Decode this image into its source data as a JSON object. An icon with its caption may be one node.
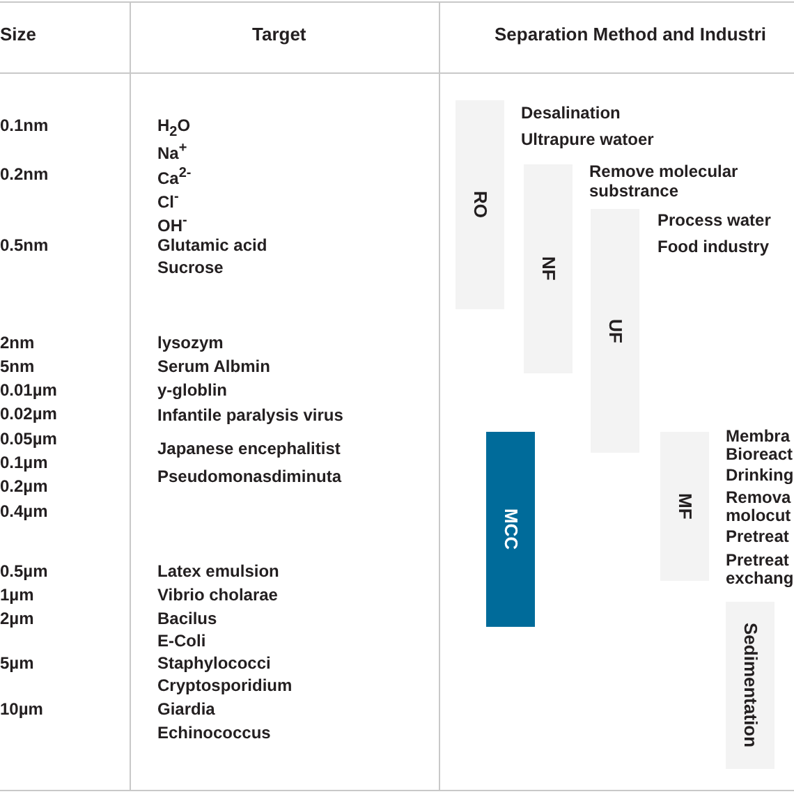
{
  "diagram": {
    "nodes": [
      {
        "text": [
          "RO"
        ],
        "beside": [
          "Desalination",
          "Ultrapure watoer"
        ]
      },
      {
        "text": [
          "NF"
        ],
        "beside": [
          "Remove molecular substrance"
        ]
      },
      {
        "text": [
          "UF"
        ],
        "beside": [
          "Process water",
          "Food industry"
        ]
      },
      {
        "text": [
          "MCC"
        ]
      },
      {
        "text": [
          "MF"
        ],
        "beside": [
          "Membra Bioreact",
          "Drinking",
          "Remova molocut",
          "Pretreat",
          "Pretreat exchang"
        ]
      },
      {
        "text": [
          "Sedimentation"
        ]
      }
    ],
    "labels": [
      "Size",
      "Target",
      "Separation Method and Industri",
      "0.1nm",
      "0.2nm",
      "0.5nm",
      "2nm",
      "5nm",
      "0.01µm",
      "0.02µm",
      "0.05µm",
      "0.1µm",
      "0.2µm",
      "0.4µm",
      "0.5µm",
      "1µm",
      "2µm",
      "5µm",
      "10µm",
      "H$_{2}$O",
      "Na$^{+}$",
      "Ca$^{2-}$",
      "Cl$^{-}$",
      "OH$^{-}$",
      "Glutamic acid",
      "Sucrose",
      "lysozym",
      "Serum Albmin",
      "y-globlin",
      "Infantile paralysis virus",
      "Japanese encephalitist",
      "Pseudomonasdiminuta",
      "Latex emulsion",
      "Vibrio cholarae",
      "Bacilus",
      "E-Coli",
      "Staphylococci",
      "Cryptosporidium",
      "Giardia",
      "Echinococcus"
    ]
  }
}
